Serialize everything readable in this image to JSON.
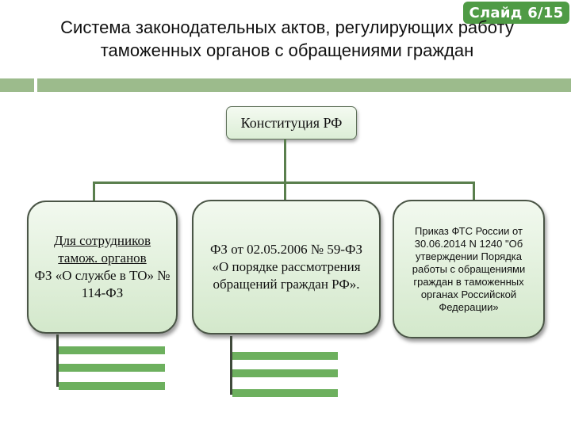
{
  "slide_badge": "Слайд 6/15",
  "title": "Система законодательных актов, регулирующих работу таможенных органов с обращениями граждан",
  "root": {
    "label": "Конституция РФ"
  },
  "nodes": [
    {
      "line1": "Для сотрудников",
      "line2": "тамож. органов",
      "line3": "ФЗ «О службе в ТО» № 114-ФЗ"
    },
    {
      "label": "ФЗ от 02.05.2006 № 59-ФЗ «О порядке рассмотрения обращений граждан РФ»."
    },
    {
      "label": "Приказ ФТС России от 30.06.2014 N 1240 \"Об утверждении Порядка работы с обращениями граждан в таможенных органах Российской Федерации»"
    }
  ],
  "colors": {
    "badge": "#4f9b45",
    "accent_bar": "#9cbb8c",
    "connector": "#5a7f4d",
    "stub": "#6db05e"
  }
}
